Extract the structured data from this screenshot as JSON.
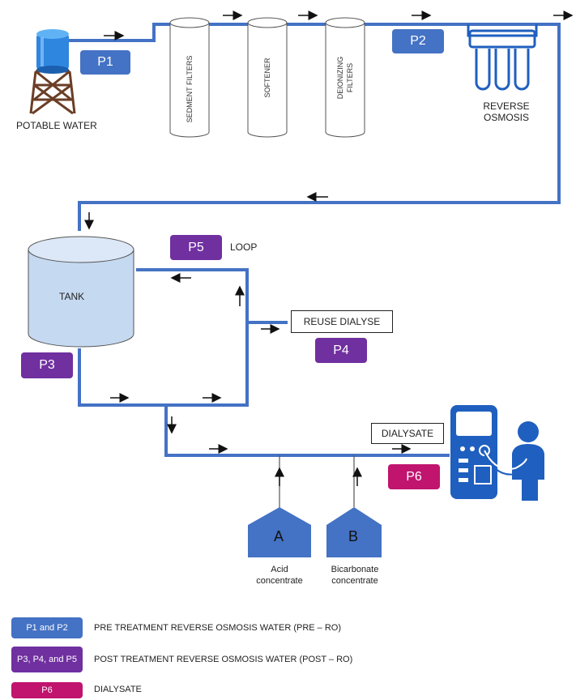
{
  "sources": {
    "potable_water": "POTABLE WATER"
  },
  "filters": {
    "sediment": "SEDMENT FILTERS",
    "softener": "SOFTENER",
    "deionizing_1": "DEIONIZING",
    "deionizing_2": "FILTERS"
  },
  "ro": {
    "line1": "REVERSE",
    "line2": "OSMOSIS"
  },
  "tank": {
    "label": "TANK"
  },
  "loop": {
    "label": "LOOP"
  },
  "reuse": {
    "label": "REUSE DIALYSE"
  },
  "dialysate": {
    "label": "DIALYSATE"
  },
  "badges": {
    "p1": "P1",
    "p2": "P2",
    "p3": "P3",
    "p4": "P4",
    "p5": "P5",
    "p6": "P6"
  },
  "concentrates": {
    "a_letter": "A",
    "a_line1": "Acid",
    "a_line2": "concentrate",
    "b_letter": "B",
    "b_line1": "Bicarbonate",
    "b_line2": "concentrate"
  },
  "legend": {
    "items": [
      {
        "swatch": "P1 and P2",
        "text": "PRE TREATMENT REVERSE OSMOSIS WATER (PRE – RO)"
      },
      {
        "swatch": "P3, P4, and P5",
        "text": "POST TREATMENT REVERSE OSMOSIS WATER (POST – RO)"
      },
      {
        "swatch": "P6",
        "text": "DIALYSATE"
      }
    ]
  },
  "colors": {
    "pipe": "#4472c4",
    "pre_ro": "#4472c4",
    "post_ro": "#7030a0",
    "dialysate": "#c0146e",
    "tank_fill": "#c5d9f1",
    "machine": "#1f5fbf"
  }
}
